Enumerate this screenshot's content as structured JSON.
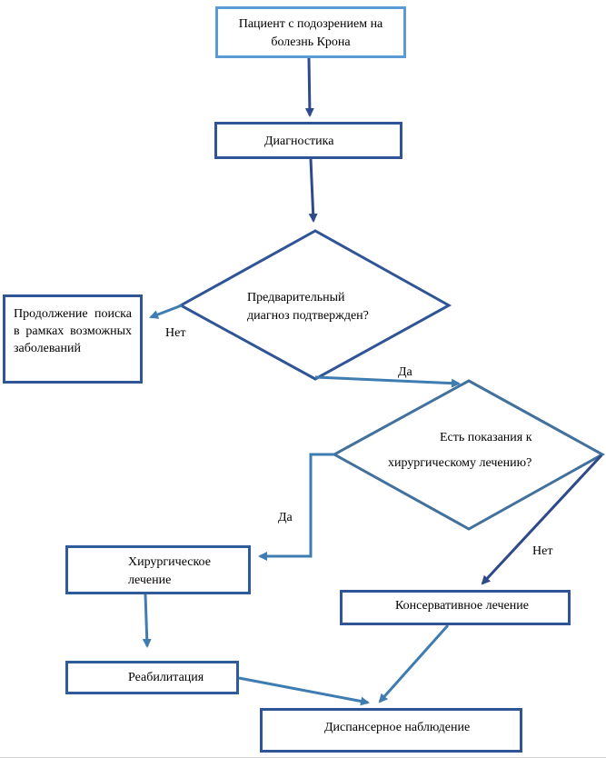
{
  "colors": {
    "start_border": "#5B9BD5",
    "dark_blue": "#2F5597",
    "mid_blue": "#2E5C9A",
    "steel_blue": "#41719C",
    "arrow_dark": "#2F4A8A"
  },
  "nodes": {
    "start": "Пациент с подозрением на болезнь Крона",
    "diagnostics": "Диагностика",
    "decision_diagnosis": "Предварительный диагноз подтвержден?",
    "continue_search": "Продолжение поиска в рамках возможных заболеваний",
    "decision_surgery_line1": "Есть показания к",
    "decision_surgery_line2": "хирургическому лечению?",
    "surgical": "Хирургическое лечение",
    "conservative": "Консервативное лечение",
    "rehab": "Реабилитация",
    "followup": "Диспансерное наблюдение"
  },
  "edges": {
    "no_1": "Нет",
    "yes_1": "Да",
    "yes_2": "Да",
    "no_2": "Нет"
  }
}
